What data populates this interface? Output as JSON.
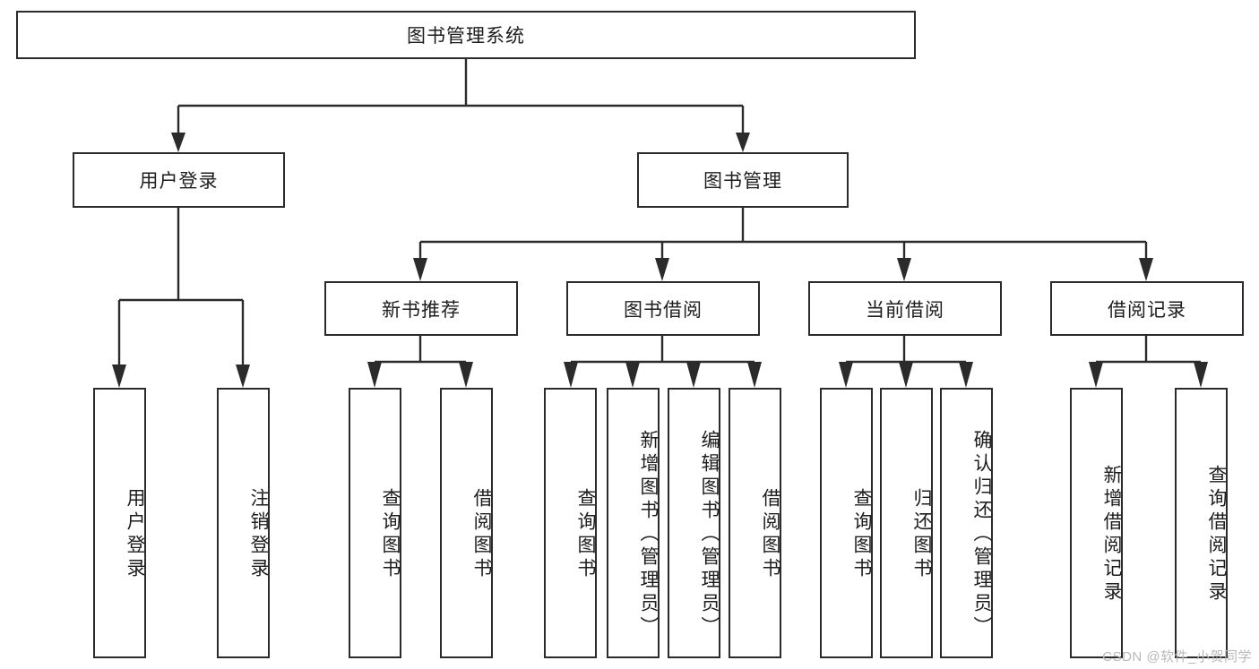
{
  "diagram": {
    "type": "tree-hierarchy",
    "title": "图书管理系统",
    "watermark": "CSDN @软件_小贺同学",
    "colors": {
      "box_border": "#2b2b2b",
      "box_fill": "#ffffff",
      "connector": "#2b2b2b",
      "text": "#1d1d1d",
      "watermark": "#b9b9b9"
    },
    "root": {
      "label": "图书管理系统"
    },
    "level1": [
      {
        "label": "用户登录"
      },
      {
        "label": "图书管理"
      }
    ],
    "level2": [
      {
        "label": "新书推荐"
      },
      {
        "label": "图书借阅"
      },
      {
        "label": "当前借阅"
      },
      {
        "label": "借阅记录"
      }
    ],
    "leaves": {
      "user_login": [
        {
          "label": "用户登录"
        },
        {
          "label": "注销登录"
        }
      ],
      "new_book_recommend": [
        {
          "label": "查询图书"
        },
        {
          "label": "借阅图书"
        }
      ],
      "book_borrow": [
        {
          "label": "查询图书"
        },
        {
          "label": "新增图书（管理员）"
        },
        {
          "label": "编辑图书（管理员）"
        },
        {
          "label": "借阅图书"
        }
      ],
      "current_borrow": [
        {
          "label": "查询图书"
        },
        {
          "label": "归还图书"
        },
        {
          "label": "确认归还（管理员）"
        }
      ],
      "borrow_record": [
        {
          "label": "新增借阅记录"
        },
        {
          "label": "查询借阅记录"
        }
      ]
    }
  }
}
